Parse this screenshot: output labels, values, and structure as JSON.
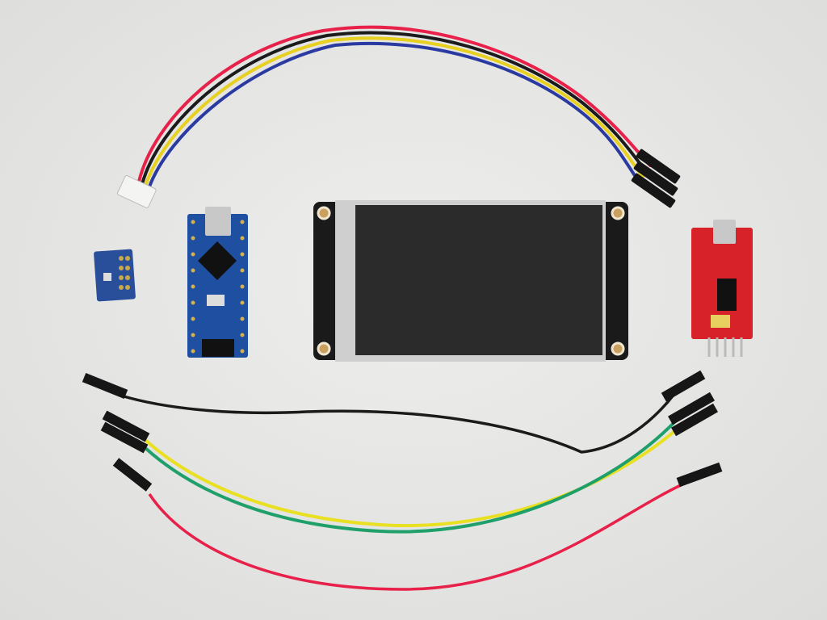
{
  "scene": {
    "colors": {
      "background": "#e6e6e4",
      "display_pcb": "#1a1a1a",
      "screen": "#2b2b2b",
      "nano_pcb": "#1f4fa0",
      "sensor_pcb": "#2a4f9a",
      "ftdi_pcb": "#d8222a",
      "wire_black": "#1b1b1b",
      "wire_red": "#e8214a",
      "wire_yellow": "#e8e020",
      "wire_green": "#1fa06a",
      "wire_blue": "#2a3aa0"
    },
    "objects": [
      "touch-display-module",
      "arduino-nano",
      "sensor-breakout",
      "ftdi-usb-serial-adapter",
      "four-wire-cable",
      "black-jumper-wire",
      "yellow-green-jumper-wires",
      "red-jumper-wire"
    ]
  }
}
